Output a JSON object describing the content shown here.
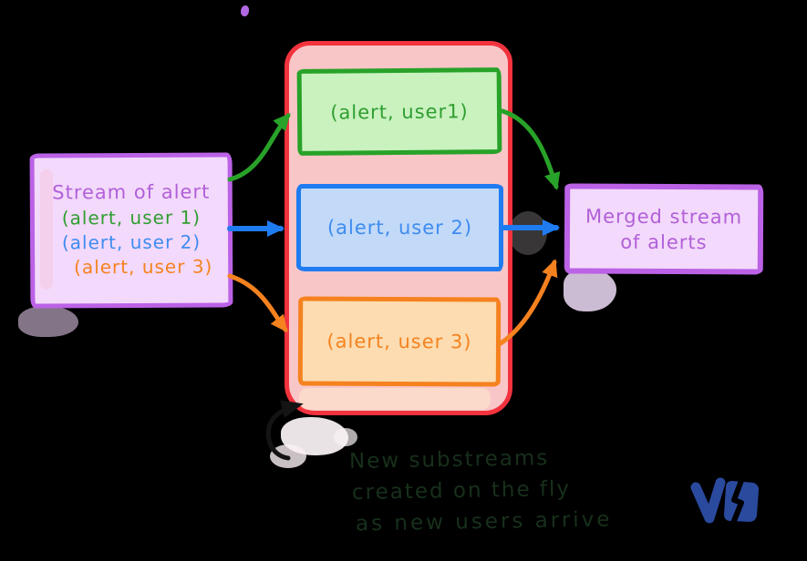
{
  "source_box": {
    "title": "Stream of alert",
    "items": [
      {
        "text": "(alert, user 1)"
      },
      {
        "text": "(alert, user 2)"
      },
      {
        "text": "(alert, user 3)"
      }
    ]
  },
  "splitter": {
    "substreams": [
      {
        "text": "(alert, user1)"
      },
      {
        "text": "(alert, user 2)"
      },
      {
        "text": "(alert, user 3)"
      }
    ]
  },
  "merged_box": {
    "line1": "Merged stream",
    "line2": "of alerts"
  },
  "annotation": {
    "line1": "New substreams",
    "line2": "created on the fly",
    "line3": "as new users arrive"
  },
  "colors": {
    "purple_border": "#bb62e6",
    "purple_fill": "#f3d9fb",
    "purple_text": "#b160d8",
    "red_border": "#f2333e",
    "pink_fill": "#f9c6c8",
    "green": "#28a228",
    "green_fill": "#c9f2bf",
    "blue": "#1f7bf0",
    "blue_fill": "#c2d9f8",
    "orange": "#f5821f",
    "orange_fill": "#fcdcb0",
    "ink": "#141414",
    "annotation_text": "#17301b",
    "logo_blue": "#2a4a9e",
    "background": "#000000"
  }
}
